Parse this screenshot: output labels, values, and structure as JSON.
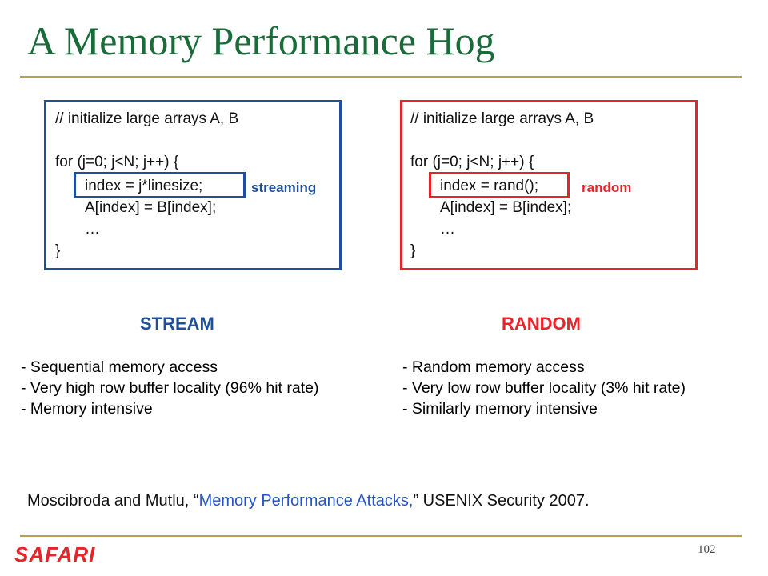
{
  "slide": {
    "title": "A Memory Performance Hog",
    "page_number": "102",
    "logo_text": "SAFARI"
  },
  "left_code": {
    "line1": "// initialize large arrays A, B",
    "line2": "for (j=0; j<N; j++) {",
    "line3": "index = j*linesize;",
    "line4": "A[index] = B[index];",
    "line5": "…",
    "line6": "}",
    "tag": "streaming"
  },
  "right_code": {
    "line1": "// initialize large arrays A, B",
    "line2": "for (j=0; j<N; j++) {",
    "line3": "index = rand();",
    "line4": "A[index] = B[index];",
    "line5": "…",
    "line6": "}",
    "tag": "random"
  },
  "stream": {
    "heading": "STREAM",
    "bullets": [
      "- Sequential memory access",
      "- Very high row buffer locality (96% hit rate)",
      "- Memory intensive"
    ]
  },
  "random": {
    "heading": "RANDOM",
    "bullets": [
      "- Random memory access",
      "- Very low row buffer locality (3% hit rate)",
      "- Similarly memory intensive"
    ]
  },
  "citation": {
    "authors": "Moscibroda and Mutlu, ",
    "open_quote": "“",
    "paper_title": "Memory Performance Attacks,",
    "close_quote": "”",
    "venue": " USENIX Security 2007."
  },
  "colors": {
    "title": "#1a6b3a",
    "rule": "#b5a24a",
    "stream_blue": "#1f4e9b",
    "random_red": "#e8242b",
    "link_blue": "#2456c8"
  }
}
